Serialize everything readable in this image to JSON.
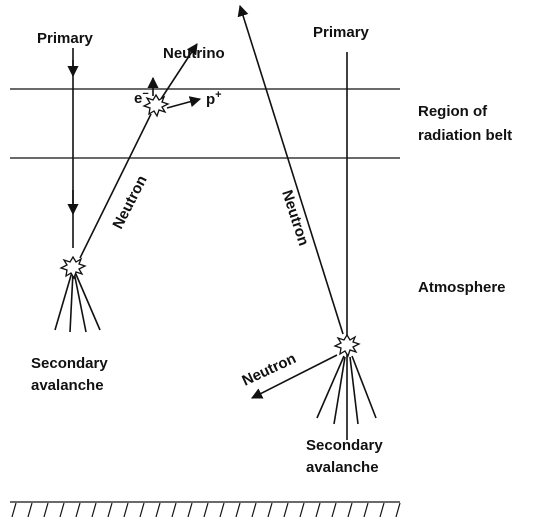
{
  "labels": {
    "primary_left": "Primary",
    "primary_right": "Primary",
    "neutrino": "Neutrino",
    "electron": "e",
    "electron_sup": "−",
    "proton": "p",
    "proton_sup": "+",
    "neutron_left": "Neutron",
    "neutron_center": "Neutron",
    "neutron_right": "Neutron",
    "region_line1": "Region of",
    "region_line2": "radiation belt",
    "atmosphere": "Atmosphere",
    "secondary_left_line1": "Secondary",
    "secondary_left_line2": "avalanche",
    "secondary_right_line1": "Secondary",
    "secondary_right_line2": "avalanche"
  }
}
